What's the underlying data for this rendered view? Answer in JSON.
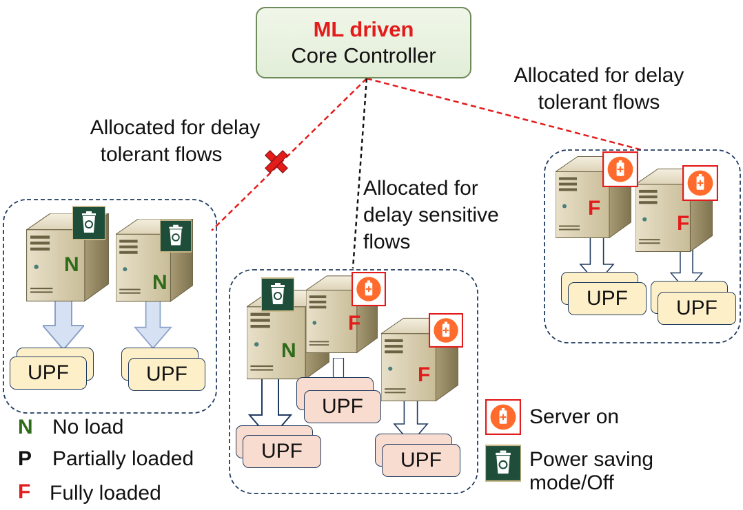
{
  "controller": {
    "title": "ML driven",
    "subtitle": "Core Controller"
  },
  "labels": {
    "left_link": [
      "Allocated for delay",
      "tolerant flows"
    ],
    "right_link": [
      "Allocated for delay",
      "tolerant flows"
    ],
    "middle_link": [
      "Allocated for",
      "delay sensitive",
      "flows"
    ]
  },
  "server_letters": {
    "no_load": "N",
    "full": "F"
  },
  "upf_label": "UPF",
  "legend_load": [
    {
      "key": "N",
      "text": "No load"
    },
    {
      "key": "P",
      "text": "Partially loaded"
    },
    {
      "key": "F",
      "text": "Fully loaded"
    }
  ],
  "legend_state": [
    {
      "icon": "server-on-icon",
      "text": "Server on"
    },
    {
      "icon": "power-saving-icon",
      "text": [
        "Power saving",
        "mode/Off"
      ]
    }
  ],
  "colors": {
    "red": "#e31b1b",
    "green": "#2e6b1a",
    "upf_yellow": "#fdf0c8",
    "upf_pink": "#f9dcd0",
    "dashed_box": "#1f3a5f",
    "trash_badge": "#1e4d3a"
  }
}
